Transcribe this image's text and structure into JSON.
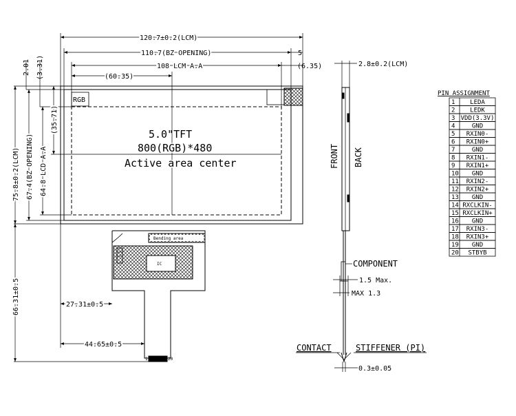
{
  "front_view": {
    "dim_lcm_width": "120.7±0.2(LCM)",
    "dim_bz_opening_width": "110.7(BZ OPENING)",
    "dim_lcm_aa_width": "108 LCM A.A",
    "dim_aa_center_x": "(60.35)",
    "dim_right_5": "5",
    "dim_right_635": "(6.35)",
    "dim_top_201": "2.01",
    "dim_top_331": "(3.31)",
    "dim_lcm_height": "75.8±0.2(LCM)",
    "dim_bz_opening_height": "67.4(BZ OPENING)",
    "dim_lcd_aa_height": "64.8 LCD A.A",
    "dim_aa_center_y": "(35.71)",
    "dim_total_height": "66.31±0.5",
    "dim_fpc_2731": "27.31±0.5",
    "dim_fpc_4465": "44.65±0.5",
    "rgb_marker": "RGB",
    "center_line1": "5.0\"TFT",
    "center_line2": "800(RGB)*480",
    "center_line3": "Active area center",
    "bending_label": "Bending area",
    "ic_label": "IC",
    "pin1_label": "1",
    "pin20_label": "20"
  },
  "side_view": {
    "dim_thickness": "2.8±0.2(LCM)",
    "front_label": "FRONT",
    "back_label": "BACK",
    "component_label": "COMPONENT",
    "dim_15": "1.5 Max.",
    "dim_max13": "MAX 1.3",
    "contact_label": "CONTACT",
    "stiffener_label": "STIFFENER (PI)",
    "dim_03": "0.3±0.05"
  },
  "pin_table": {
    "title": "PIN ASSIGNMENT",
    "rows": [
      {
        "n": "1",
        "sig": "LEDA"
      },
      {
        "n": "2",
        "sig": "LEDK"
      },
      {
        "n": "3",
        "sig": "VDD(3.3V)"
      },
      {
        "n": "4",
        "sig": "GND"
      },
      {
        "n": "5",
        "sig": "RXIN0-"
      },
      {
        "n": "6",
        "sig": "RXIN0+"
      },
      {
        "n": "7",
        "sig": "GND"
      },
      {
        "n": "8",
        "sig": "RXIN1-"
      },
      {
        "n": "9",
        "sig": "RXIN1+"
      },
      {
        "n": "10",
        "sig": "GND"
      },
      {
        "n": "11",
        "sig": "RXIN2-"
      },
      {
        "n": "12",
        "sig": "RXIN2+"
      },
      {
        "n": "13",
        "sig": "GND"
      },
      {
        "n": "14",
        "sig": "RXCLKIN-"
      },
      {
        "n": "15",
        "sig": "RXCLKIN+"
      },
      {
        "n": "16",
        "sig": "GND"
      },
      {
        "n": "17",
        "sig": "RXIN3-"
      },
      {
        "n": "18",
        "sig": "RXIN3+"
      },
      {
        "n": "19",
        "sig": "GND"
      },
      {
        "n": "20",
        "sig": "STBYB"
      }
    ]
  }
}
